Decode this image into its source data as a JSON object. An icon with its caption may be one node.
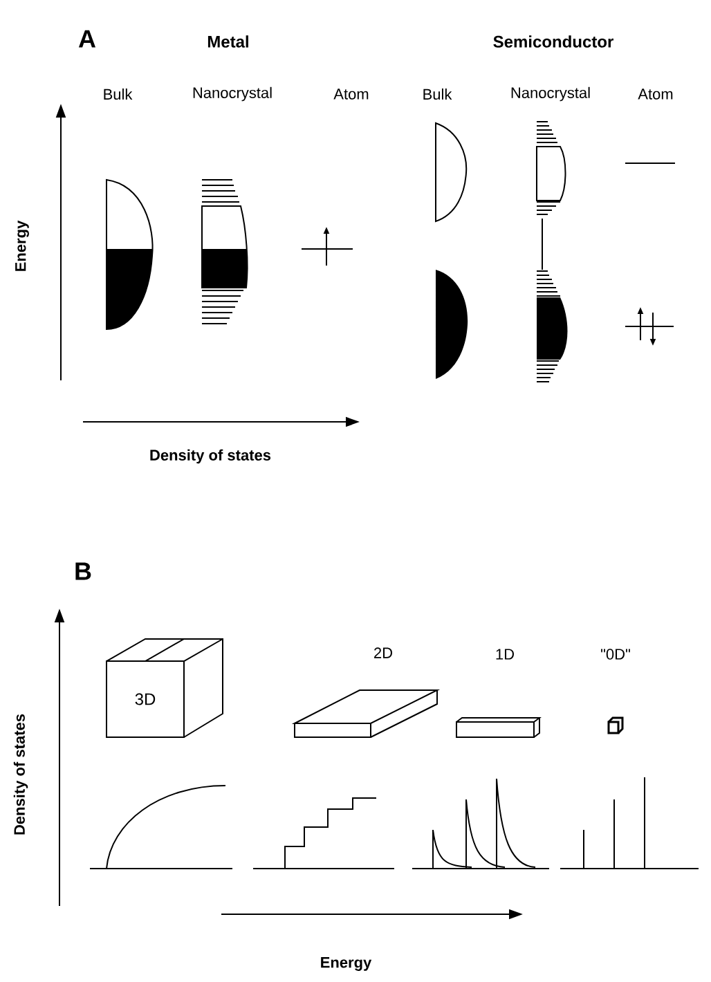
{
  "diagram": {
    "nodes": [
      {
        "text": [
          "3D"
        ]
      }
    ],
    "labels": [
      "A",
      "Metal",
      "Semiconductor",
      "Bulk",
      "Nanocrystal",
      "Atom",
      "Bulk",
      "Nanocrystal",
      "Atom",
      "Energy",
      "Density of states",
      "B",
      "2D",
      "1D",
      "\"0D\"",
      "Density of states",
      "Energy"
    ]
  }
}
